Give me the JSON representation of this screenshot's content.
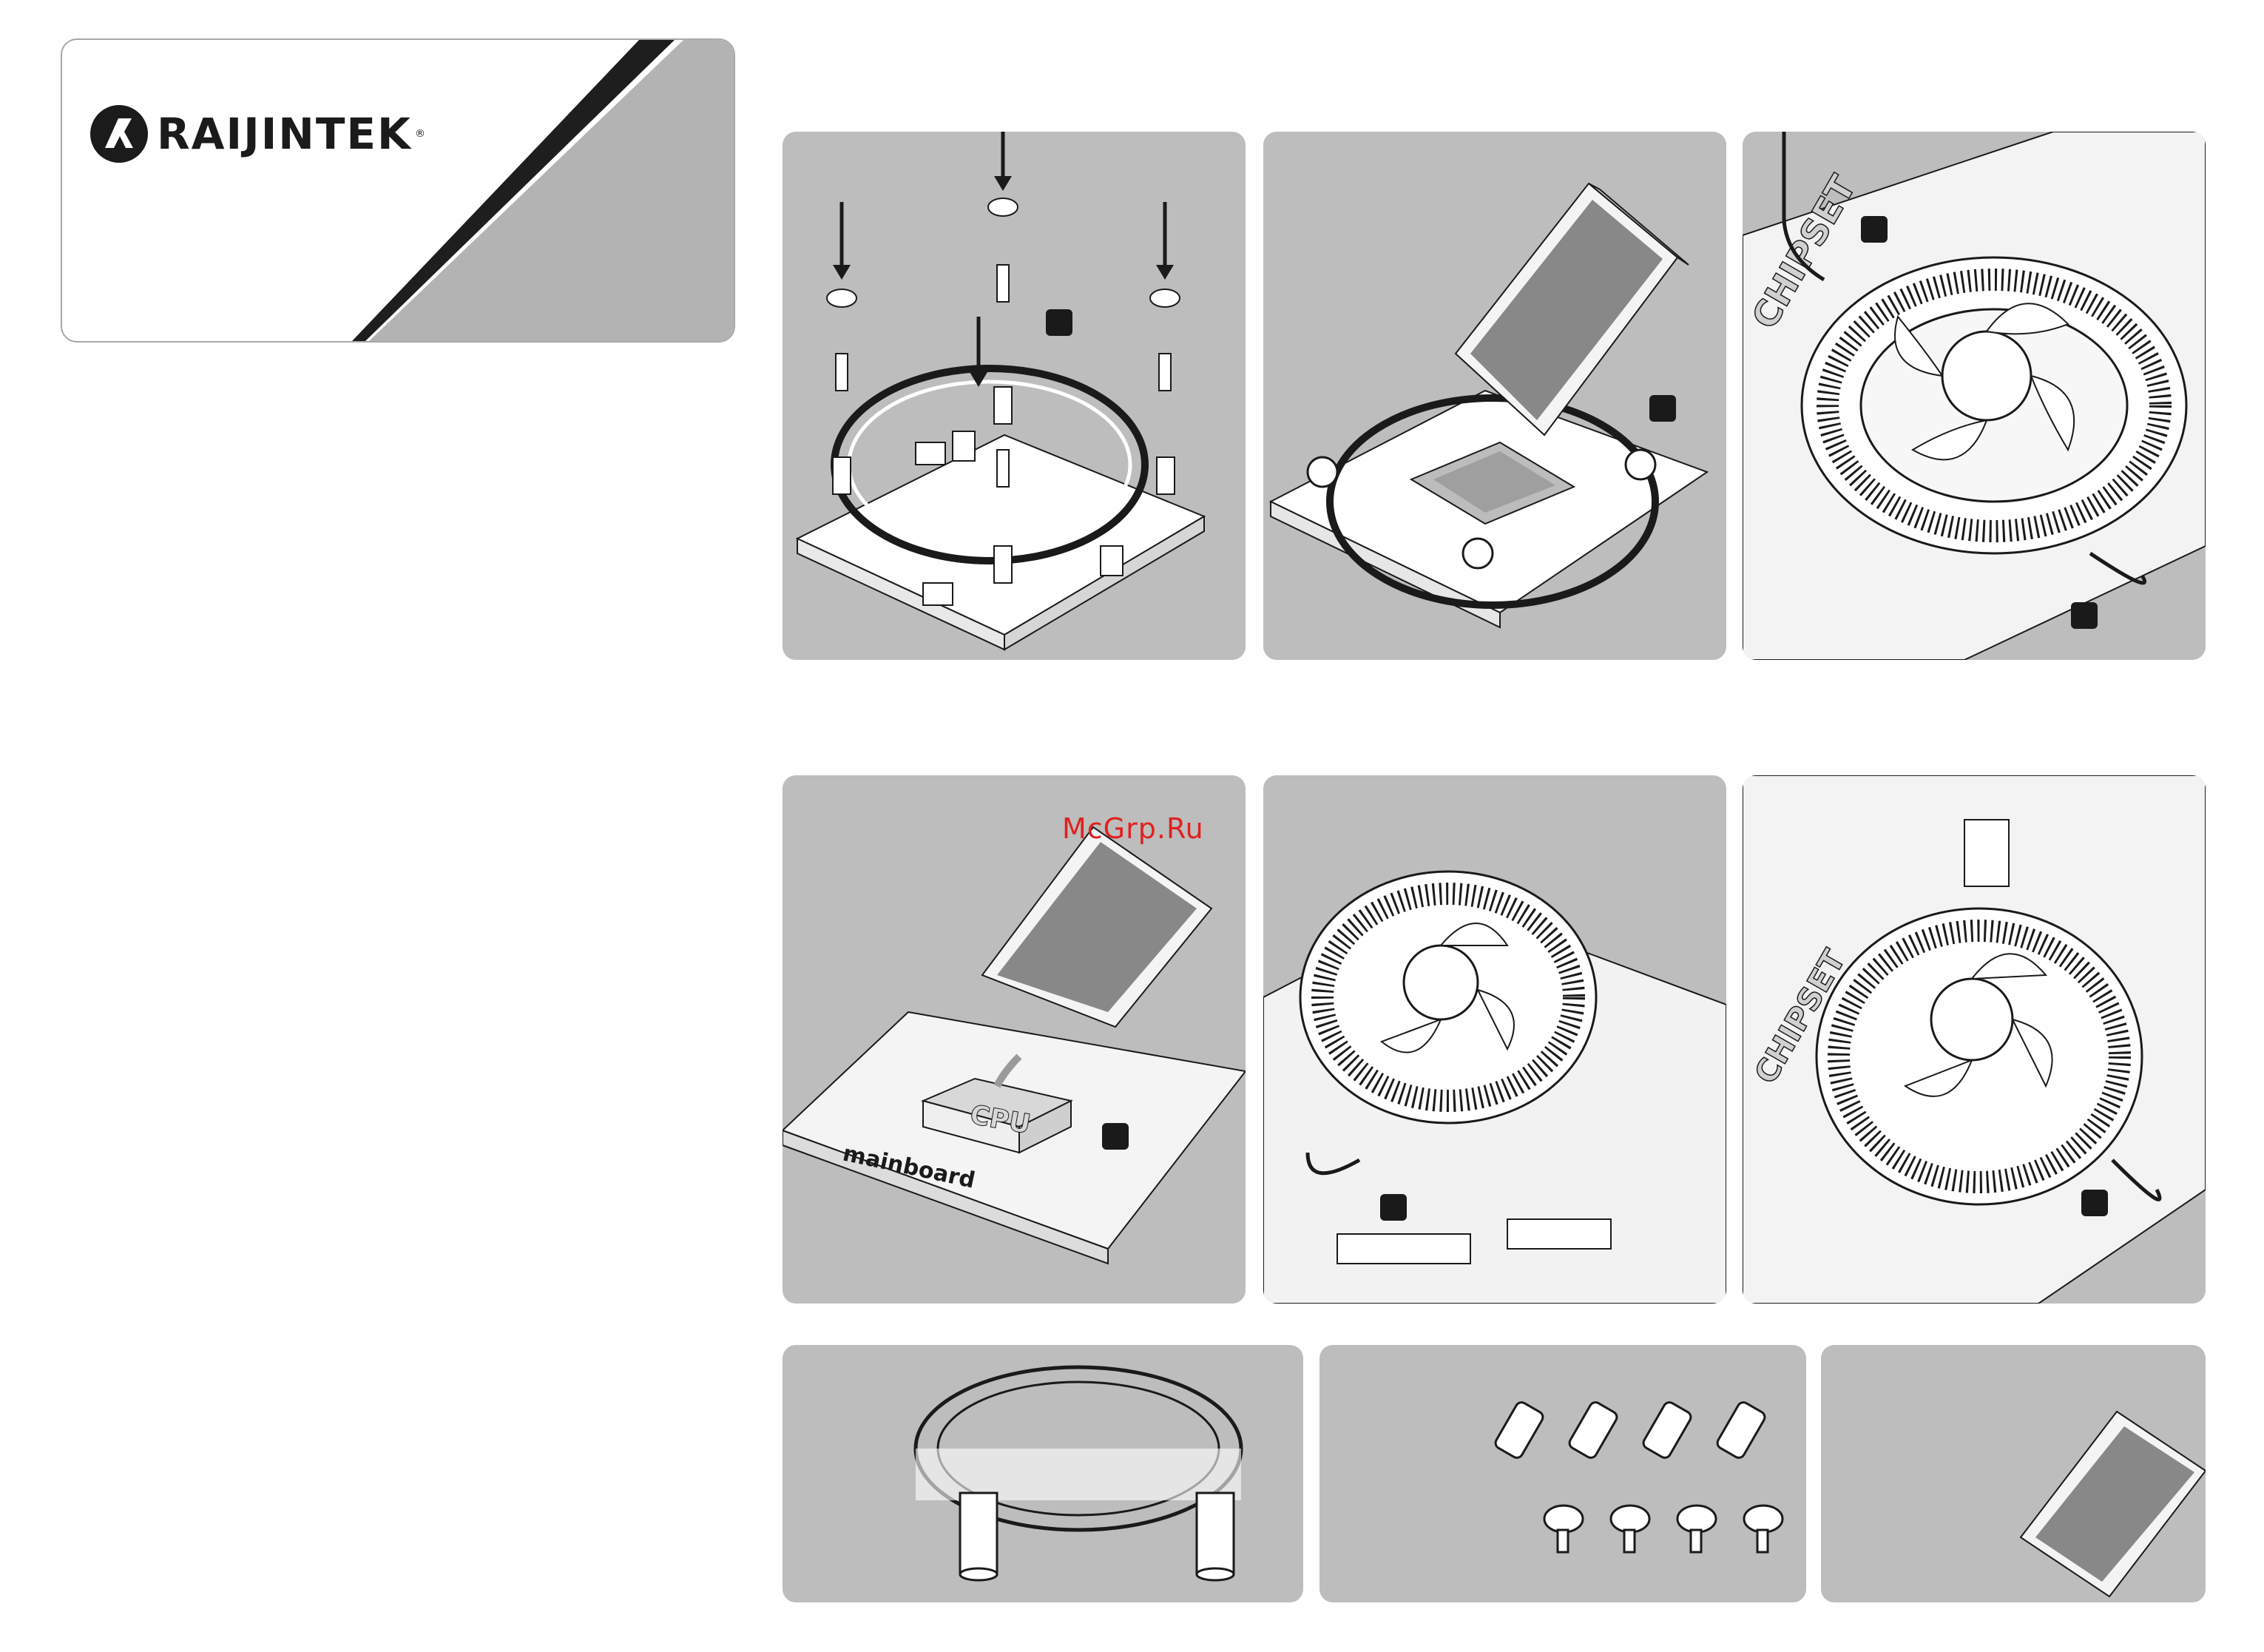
{
  "brand": {
    "name": "RAIJINTEK",
    "reg_mark": "®"
  },
  "watermark": "McGrp.Ru",
  "labels": {
    "chipset": "CHIPSET",
    "cpu": "CPU",
    "mainboard": "mainboard"
  },
  "colors": {
    "panel_bg": "#bdbdbd",
    "ink": "#1a1a1a",
    "watermark": "#e0211f"
  }
}
